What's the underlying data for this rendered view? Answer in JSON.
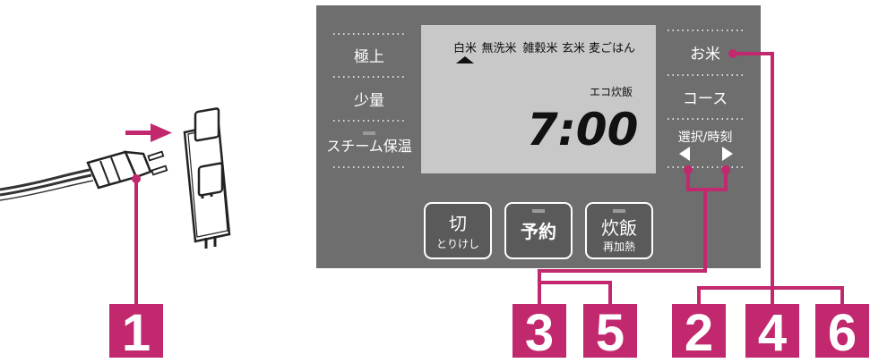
{
  "panel": {
    "left_menu": [
      "極上",
      "少量",
      "スチーム保温"
    ],
    "right_menu": [
      "お米",
      "コース"
    ],
    "select_label": "選択/時刻",
    "lcd": {
      "rice_types": [
        "白米",
        "無洗米",
        "雑穀米",
        "玄米",
        "麦ごはん"
      ],
      "mode": "エコ炊飯",
      "time": "7:00"
    },
    "buttons": {
      "off": {
        "line1": "切",
        "line2": "とりけし"
      },
      "reserve": {
        "line1": "予約"
      },
      "cook": {
        "line1": "炊飯",
        "line2": "再加熱"
      }
    }
  },
  "steps": [
    "1",
    "3",
    "5",
    "2",
    "4",
    "6"
  ],
  "colors": {
    "accent": "#c2286e",
    "panel": "#6e6e6e",
    "lcd": "#c8c8c8",
    "button": "#5a5a5a"
  }
}
